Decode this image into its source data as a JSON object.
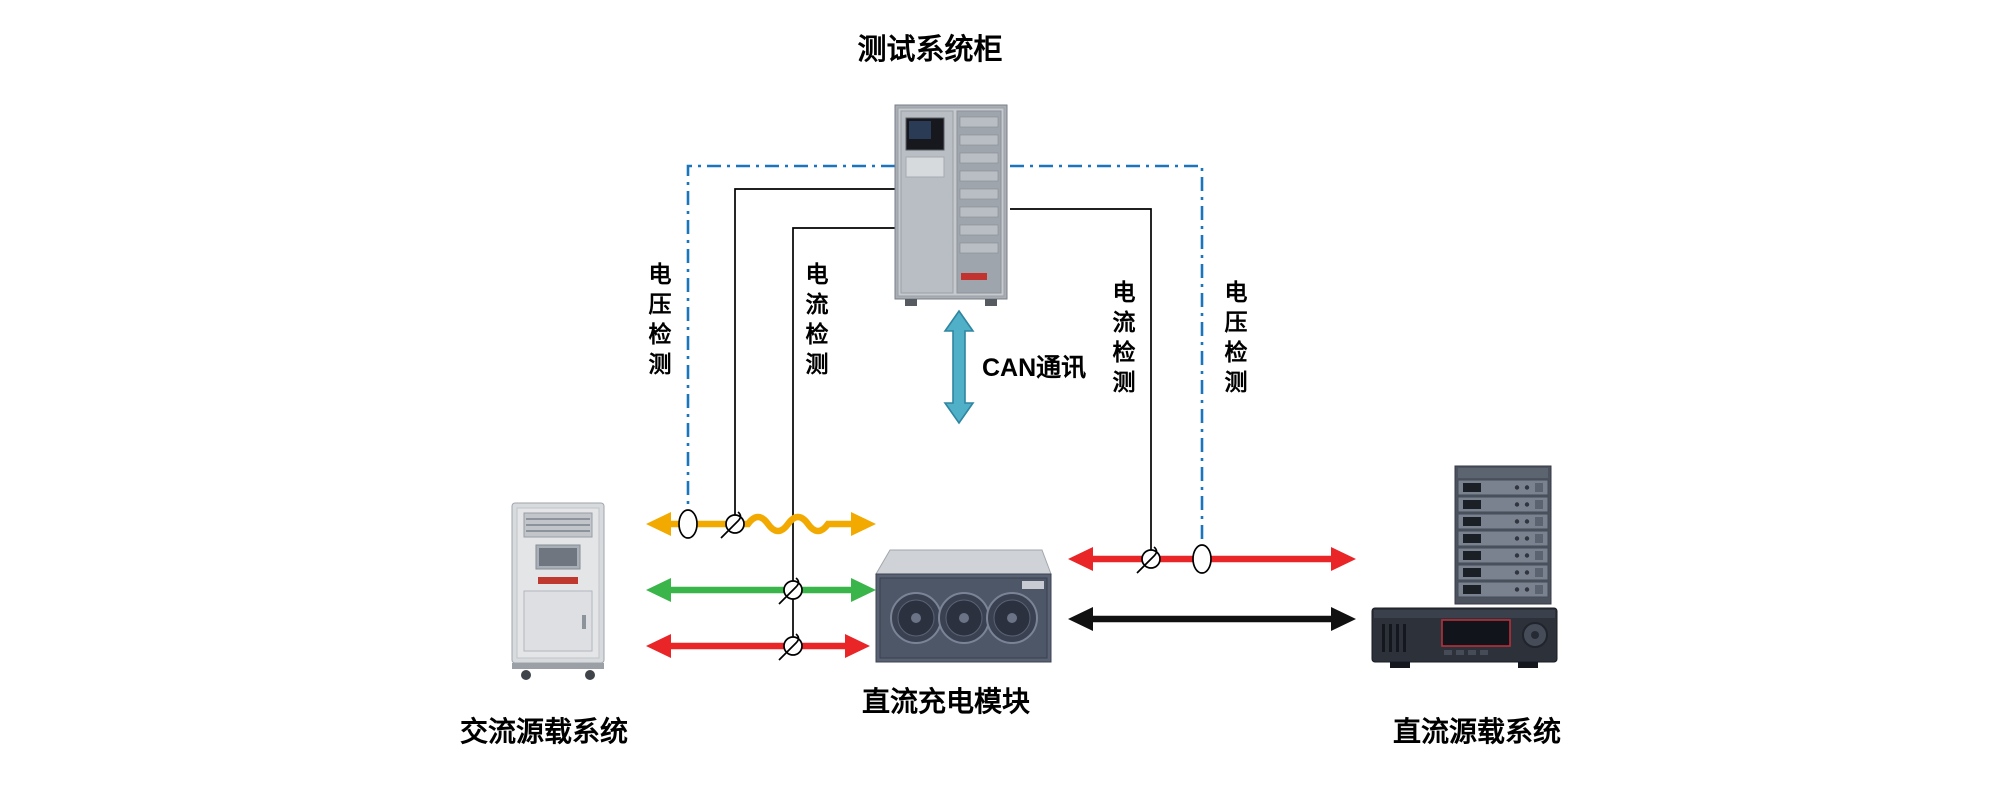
{
  "labels": {
    "cabinet_title": "测试系统柜",
    "can_comm": "CAN通讯",
    "dc_charge_module": "直流充电模块",
    "ac_source_load": "交流源载系统",
    "dc_source_load": "直流源载系统",
    "left_voltage_detect": "电压检测",
    "left_current_detect": "电流检测",
    "right_current_detect": "电流检测",
    "right_voltage_detect": "电压检测"
  },
  "colors": {
    "voltage_line": "#1b75bc",
    "detect_line": "#000000",
    "arrow_yellow": "#f2a900",
    "arrow_green": "#3ab54a",
    "arrow_red": "#e92528",
    "arrow_black": "#111111",
    "can_fill": "#4fb0c7",
    "can_stroke": "#2e86a0"
  },
  "icons": {
    "current_sensor": "current-sensor-symbol",
    "voltage_probe": "voltage-probe-ellipse"
  }
}
